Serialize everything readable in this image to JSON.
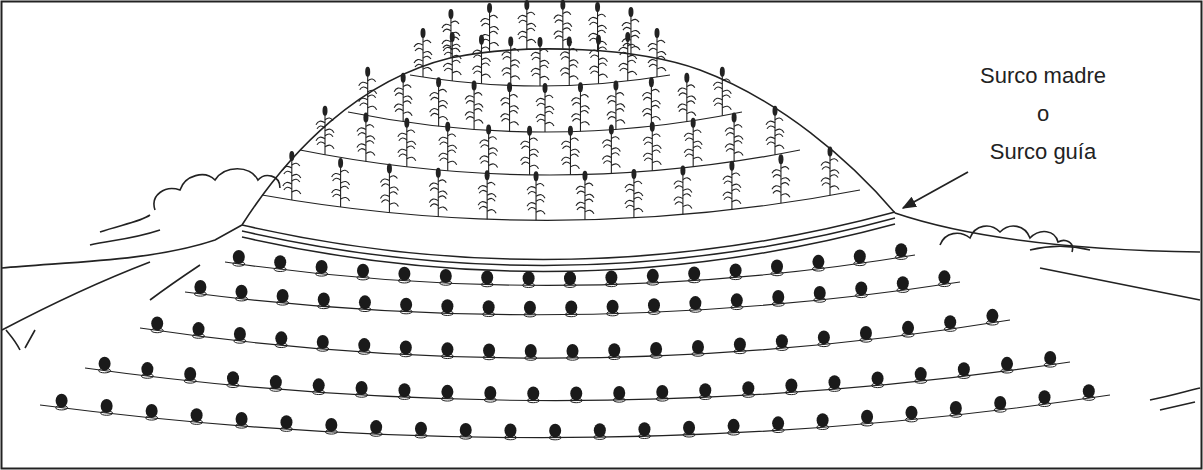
{
  "diagram": {
    "labels": [
      "Surco madre",
      "o",
      "Surco guía"
    ]
  }
}
